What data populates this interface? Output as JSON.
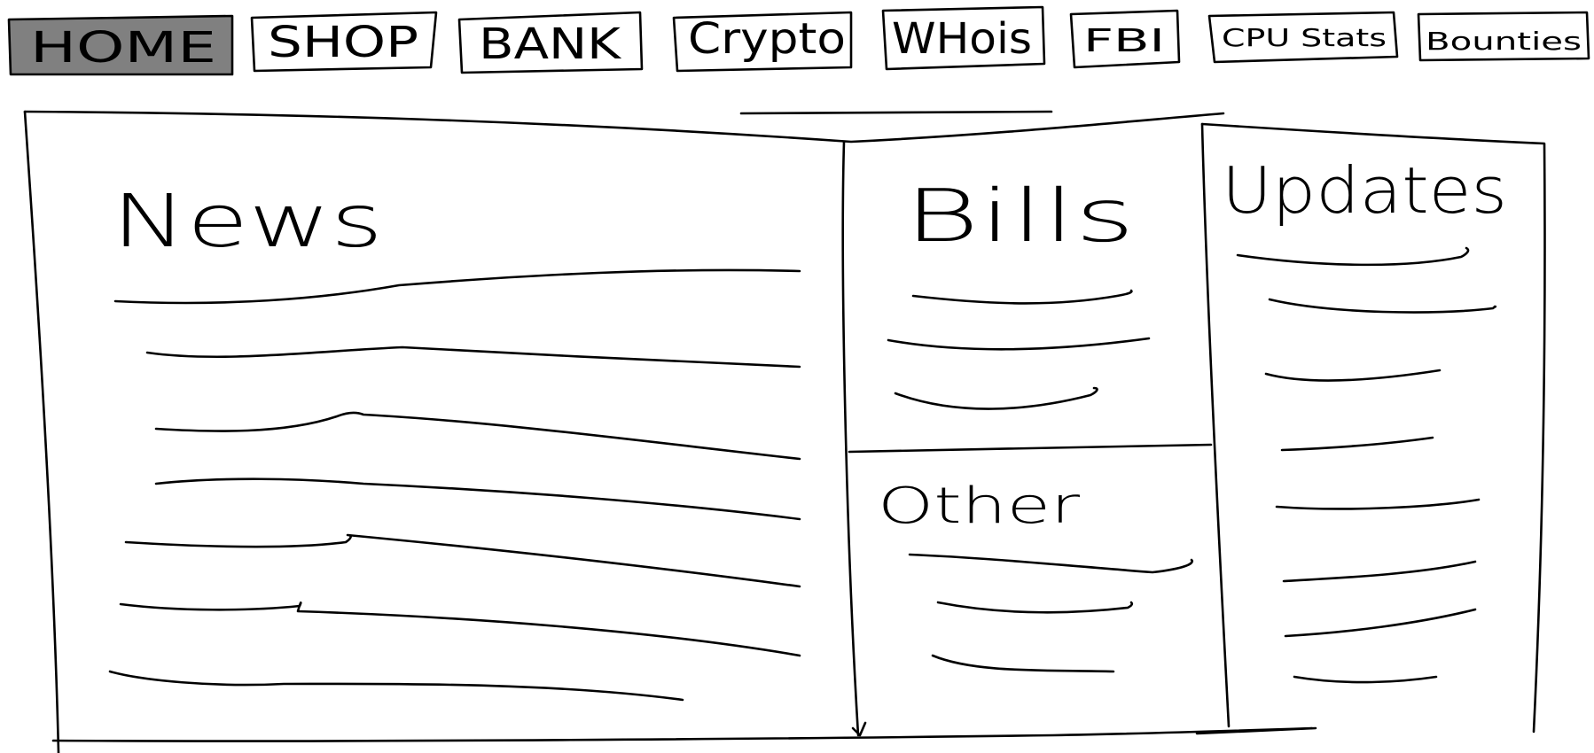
{
  "nav": {
    "items": [
      {
        "label": "HOME",
        "active": true
      },
      {
        "label": "SHOP",
        "active": false
      },
      {
        "label": "BANK",
        "active": false
      },
      {
        "label": "Crypto",
        "active": false
      },
      {
        "label": "WHois",
        "active": false
      },
      {
        "label": "FBI",
        "active": false
      },
      {
        "label": "CPU Stats",
        "active": false
      },
      {
        "label": "Bounties",
        "active": false
      }
    ],
    "active_fill": "#808080"
  },
  "panels": {
    "news": {
      "title": "News"
    },
    "bills": {
      "title": "Bills"
    },
    "other": {
      "title": "Other"
    },
    "updates": {
      "title": "Updates"
    }
  },
  "colors": {
    "stroke": "#000000",
    "background": "#ffffff"
  }
}
